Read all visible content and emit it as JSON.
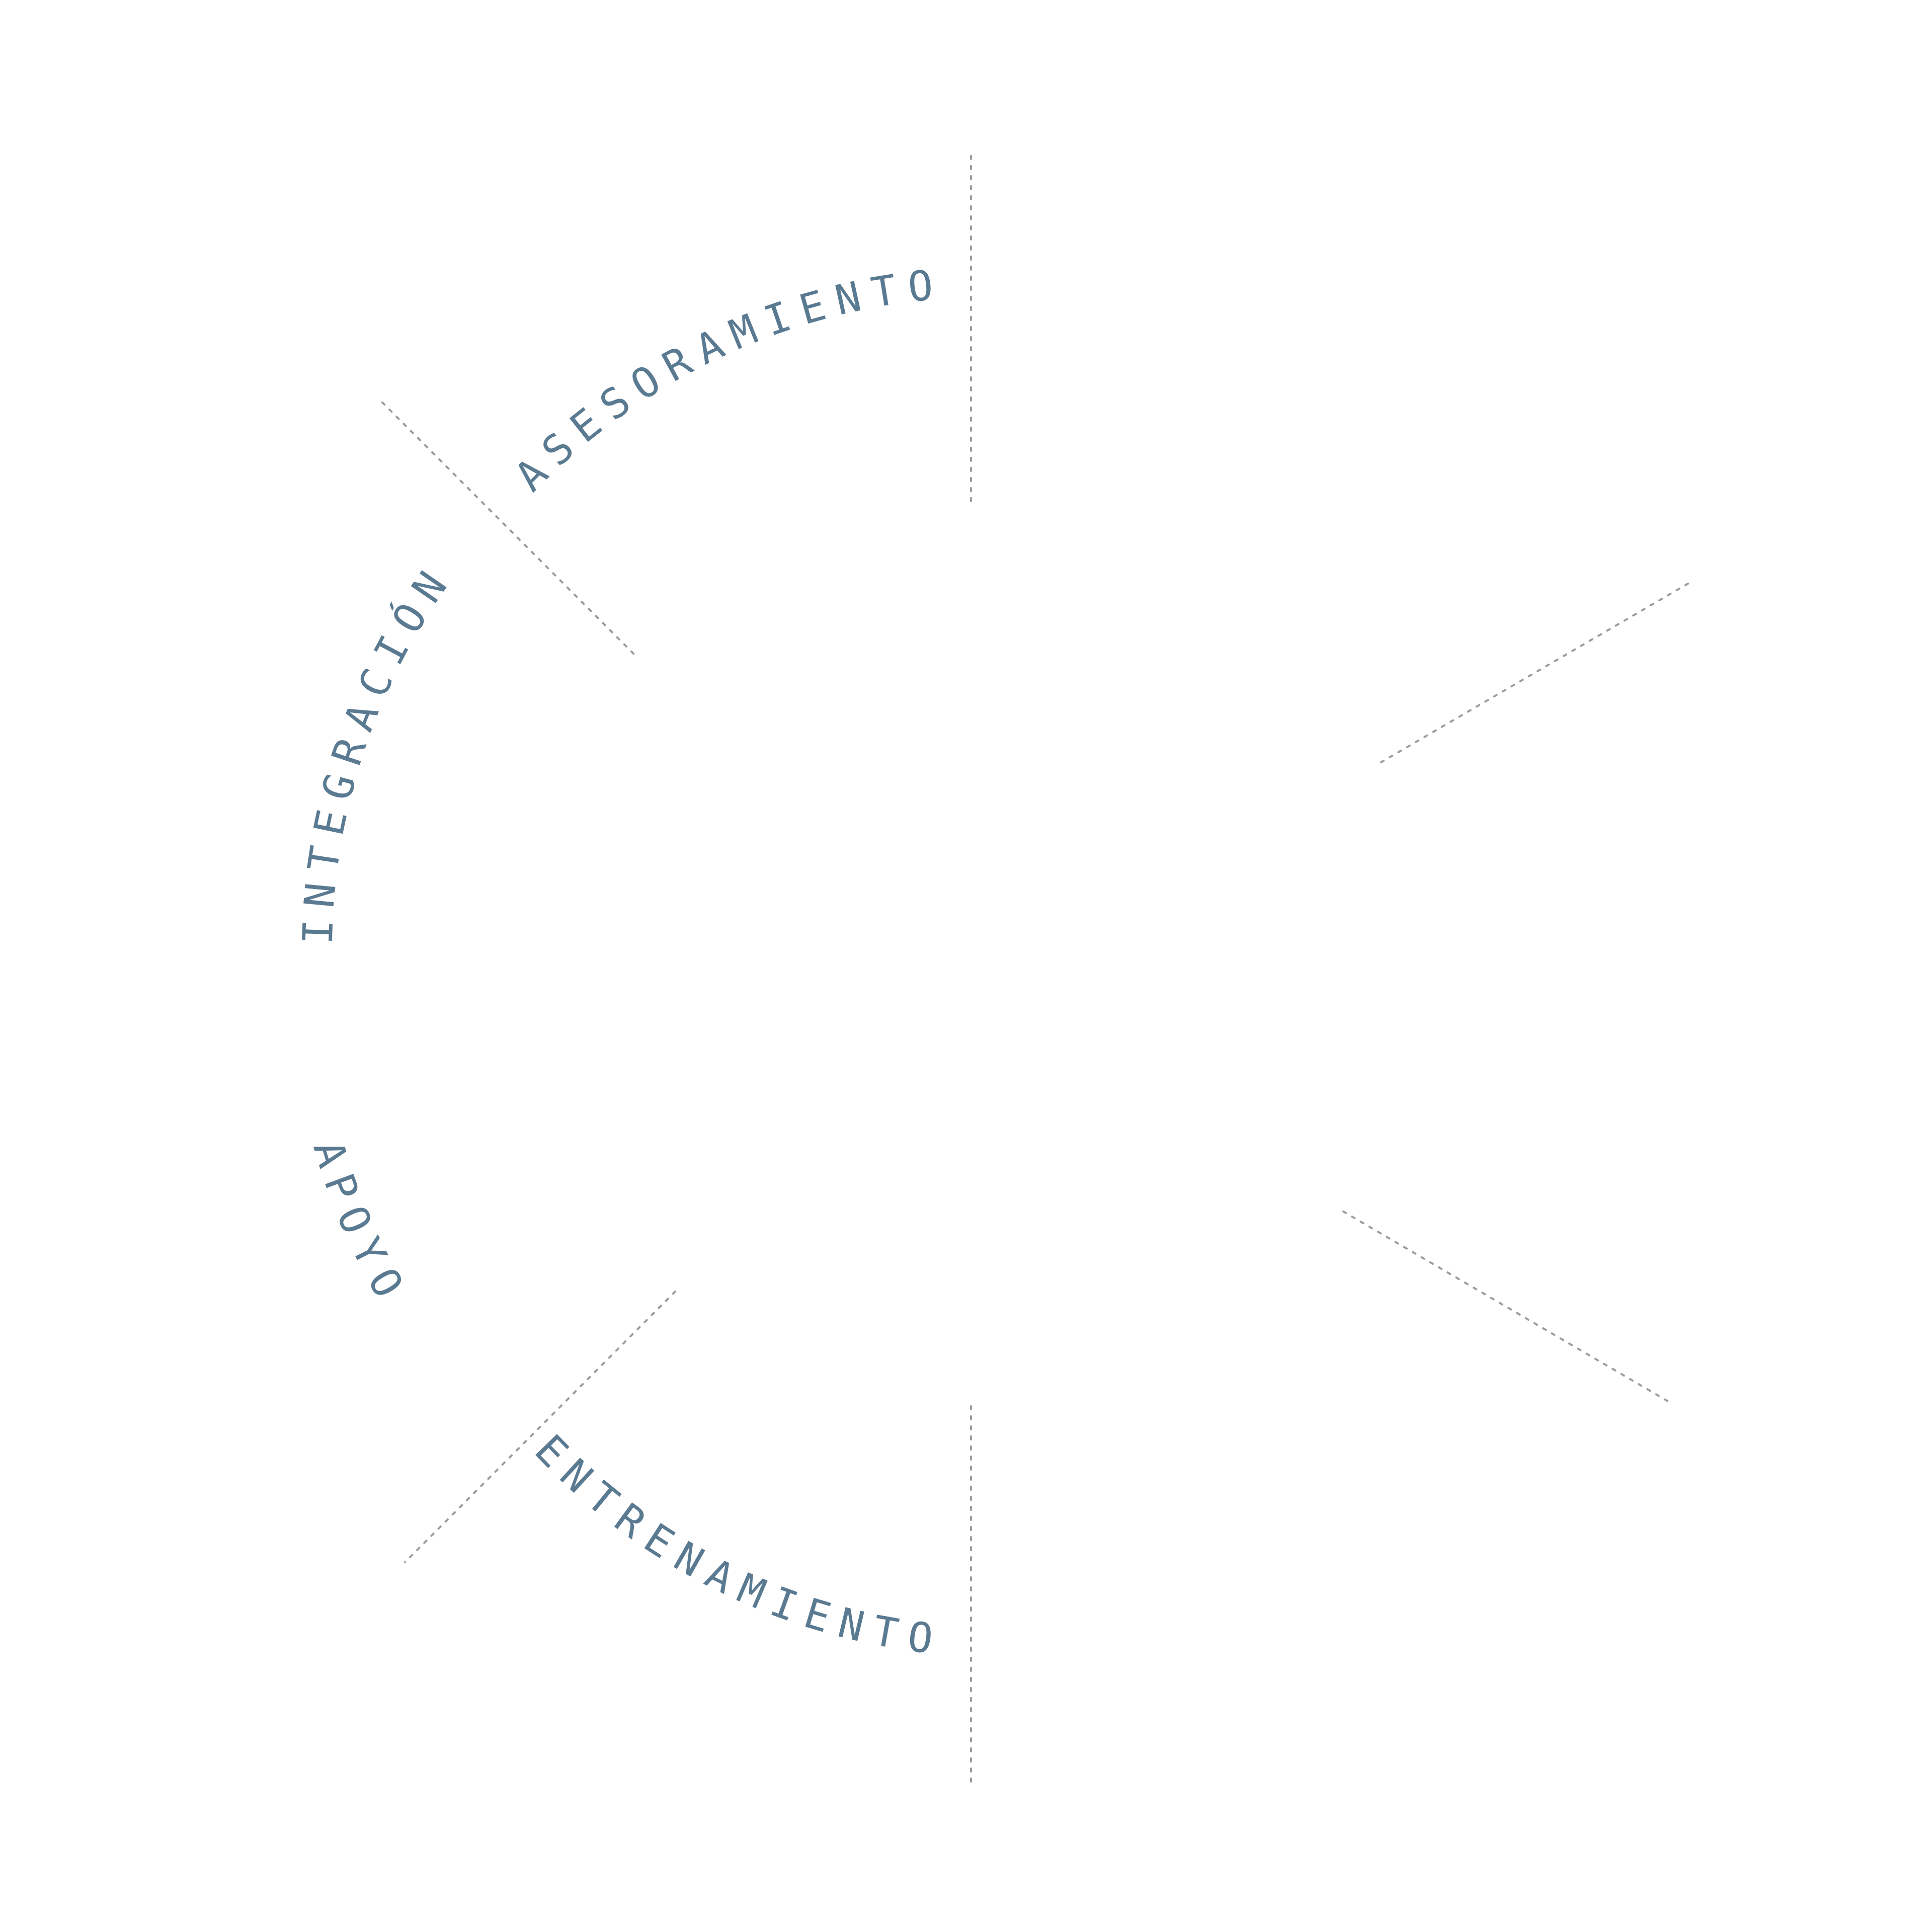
{
  "colors": {
    "label_color": "#5a7a92",
    "divider_color": "#9c9c9c",
    "background": "#ffffff"
  },
  "segments": [
    {
      "id": "asesoramiento",
      "label": "ASESORAMIENTO"
    },
    {
      "id": "integracion",
      "label": "INTEGRACIÓN"
    },
    {
      "id": "apoyo",
      "label": "APOYO"
    },
    {
      "id": "entrenamiento",
      "label": "ENTRENAMIENTO"
    }
  ]
}
